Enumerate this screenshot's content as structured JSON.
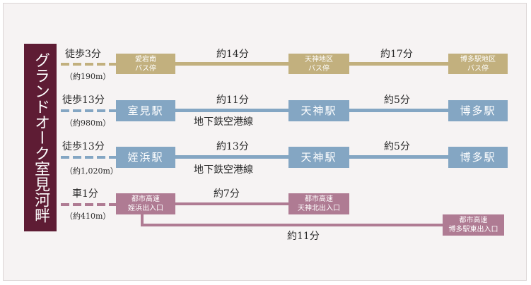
{
  "title": "グランドオーク室見河畔",
  "colors": {
    "bus": "#c2b07e",
    "subway": "#84a6c3",
    "car": "#af7b93",
    "title_bg": "#5e1c34"
  },
  "routes": [
    {
      "mode": "徒歩3分",
      "distance": "（約190m）",
      "stops": [
        "愛宕南\nバス停",
        "天神地区\nバス停",
        "博多駅地区\nバス停"
      ],
      "times": [
        "約14分",
        "約17分"
      ],
      "line": ""
    },
    {
      "mode": "徒歩13分",
      "distance": "（約980m）",
      "stops": [
        "室見駅",
        "天神駅",
        "博多駅"
      ],
      "times": [
        "約11分",
        "約5分"
      ],
      "line": "地下鉄空港線"
    },
    {
      "mode": "徒歩13分",
      "distance": "（約1,020m）",
      "stops": [
        "姪浜駅",
        "天神駅",
        "博多駅"
      ],
      "times": [
        "約13分",
        "約5分"
      ],
      "line": "地下鉄空港線"
    },
    {
      "mode": "車1分",
      "distance": "（約410m）",
      "stops": [
        "都市高速\n姪浜出入口",
        "都市高速\n天神北出入口",
        "都市高速\n博多駅東出入口"
      ],
      "times": [
        "約7分",
        "約11分"
      ],
      "line": ""
    }
  ]
}
